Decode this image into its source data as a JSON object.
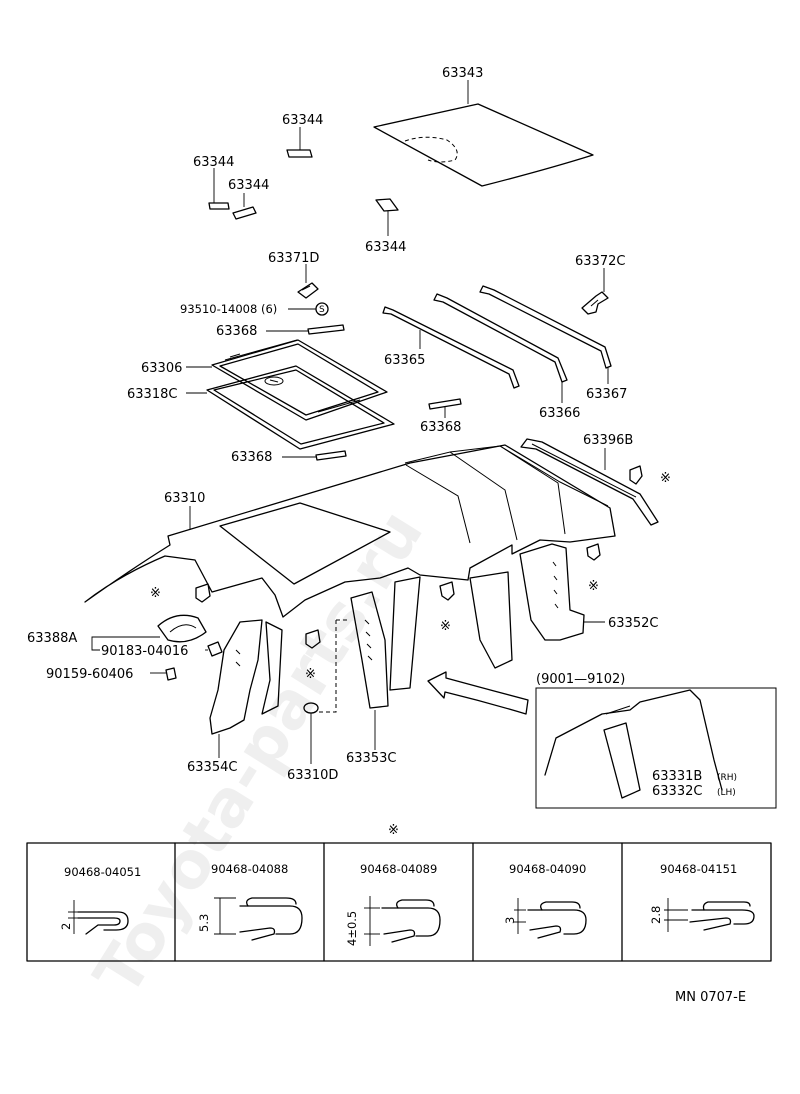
{
  "title_code": "MN 0707-E",
  "range_note": "(9001—9102)",
  "star_marker": "※",
  "parts": {
    "p63343": "63343",
    "p63344_a": "63344",
    "p63344_b": "63344",
    "p63344_c": "63344",
    "p63344_d": "63344",
    "p63371D": "63371D",
    "p93510": "93510-14008 (6)",
    "s_mark": "S",
    "p63368_a": "63368",
    "p63306": "63306",
    "p63318C": "63318C",
    "p63368_b": "63368",
    "p63365": "63365",
    "p63366": "63366",
    "p63367": "63367",
    "p63372C": "63372C",
    "p63368_c": "63368",
    "p63396B": "63396B",
    "p63310": "63310",
    "p63352C": "63352C",
    "p63388A": "63388A",
    "p90183": "90183-04016",
    "p90159": "90159-60406",
    "p63354C": "63354C",
    "p63310D": "63310D",
    "p63353C": "63353C",
    "p63331B": "63331B",
    "p63331B_side": "(RH)",
    "p63332C": "63332C",
    "p63332C_side": "(LH)"
  },
  "clips": [
    {
      "part": "90468-04051",
      "dims": [
        "2"
      ]
    },
    {
      "part": "90468-04088",
      "dims": [
        "5.3"
      ]
    },
    {
      "part": "90468-04089",
      "dims": [
        "4±0.5"
      ]
    },
    {
      "part": "90468-04090",
      "dims": [
        "3"
      ]
    },
    {
      "part": "90468-04151",
      "dims": [
        "2.8"
      ]
    }
  ],
  "watermark": "Toyota-parts.ru"
}
